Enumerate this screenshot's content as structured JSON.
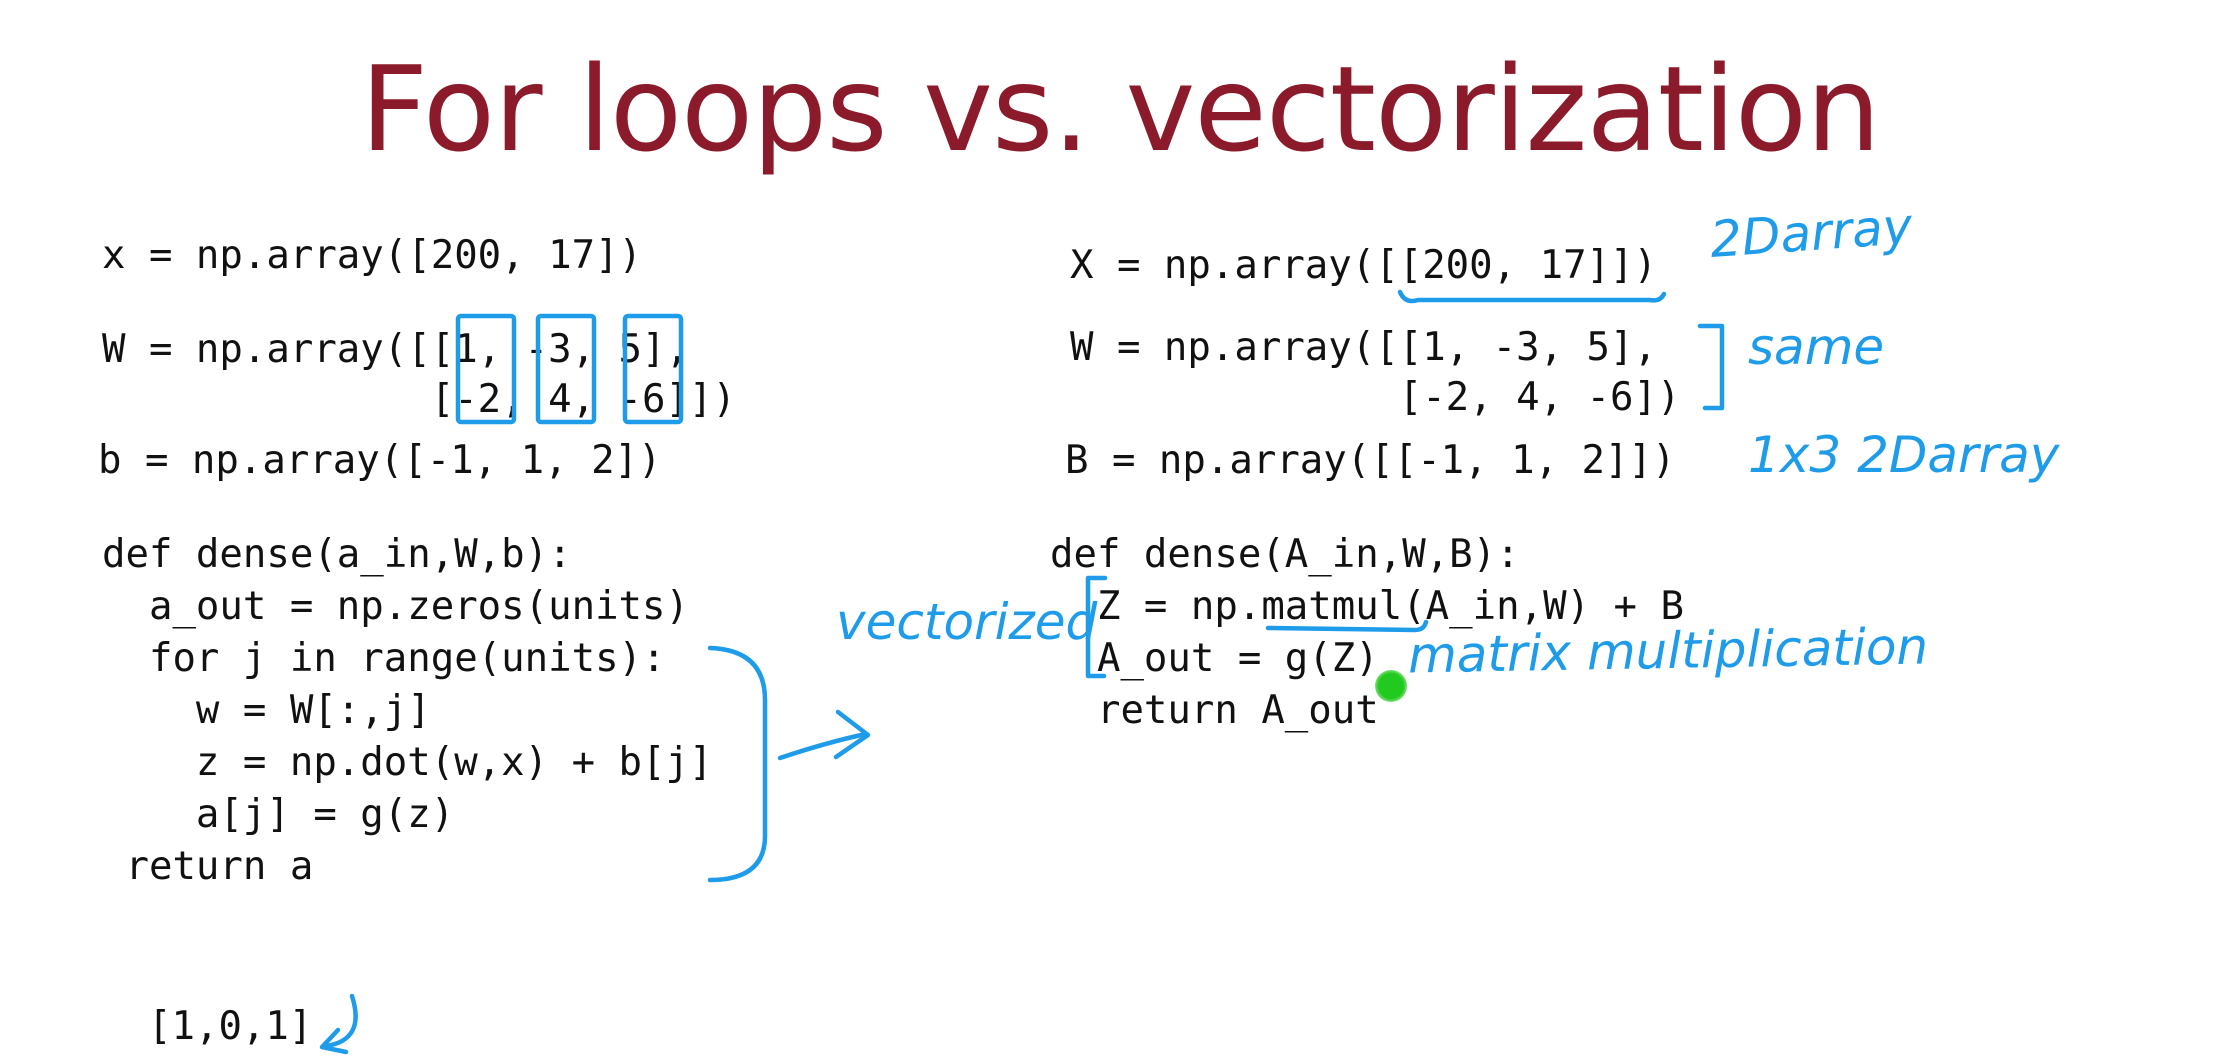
{
  "title": "For loops vs. vectorization",
  "colors": {
    "title": "#8b1a2b",
    "ink": "#1e9be9",
    "code": "#111111",
    "cursor": "#22c91e"
  },
  "left_code": {
    "line_x": "x = np.array([200, 17])",
    "line_w1": "W = np.array([[1, -3, 5],",
    "line_w2": "              [-2, 4, -6]])",
    "line_b": "b = np.array([-1, 1, 2])",
    "def": "def dense(a_in,W,b):",
    "body1": "  a_out = np.zeros(units)",
    "body2": "  for j in range(units):",
    "body3": "    w = W[:,j]",
    "body4": "    z = np.dot(w,x) + b[j]",
    "body5": "    a[j] = g(z)",
    "ret": " return a",
    "result": "[1,0,1]"
  },
  "right_code": {
    "line_x": "X = np.array([[200, 17]])",
    "line_w1": "W = np.array([[1, -3, 5],",
    "line_w2": "              [-2, 4, -6])",
    "line_b": "B = np.array([[-1, 1, 2]])",
    "def": "def dense(A_in,W,B):",
    "body1": "  Z = np.matmul(A_in,W) + B",
    "body2": "  A_out = g(Z)",
    "body3": "  return A_out"
  },
  "annotations": {
    "array_2d": "2Darray",
    "same": "same",
    "array_1x3": "1x3 2Darray",
    "vectorized": "vectorized",
    "matmul": "matrix multiplication"
  },
  "icons": {
    "arrow": "right-arrow-icon",
    "cursor": "pointer-dot-icon"
  }
}
